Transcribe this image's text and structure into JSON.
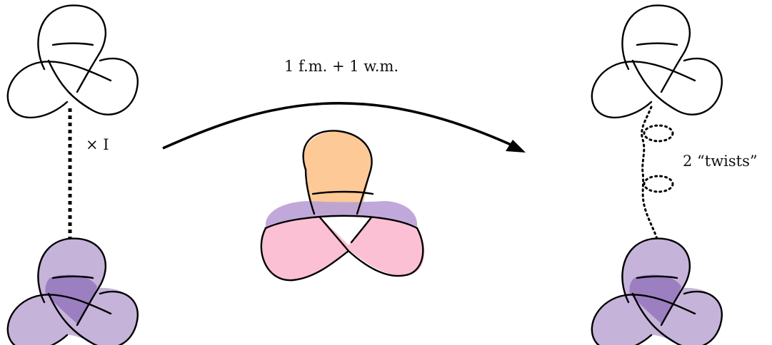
{
  "labels": {
    "arrow_label": "1 f.m. + 1 w.m.",
    "cross_interval": "× I",
    "twists": "2 “twists”"
  },
  "colors": {
    "seifert_fill": "#c6b3da",
    "seifert_center": "#9b7fc0",
    "orange_fill": "#fcc997",
    "pink_fill": "#fcc0d5",
    "purple_band": "#b9a0d6"
  }
}
